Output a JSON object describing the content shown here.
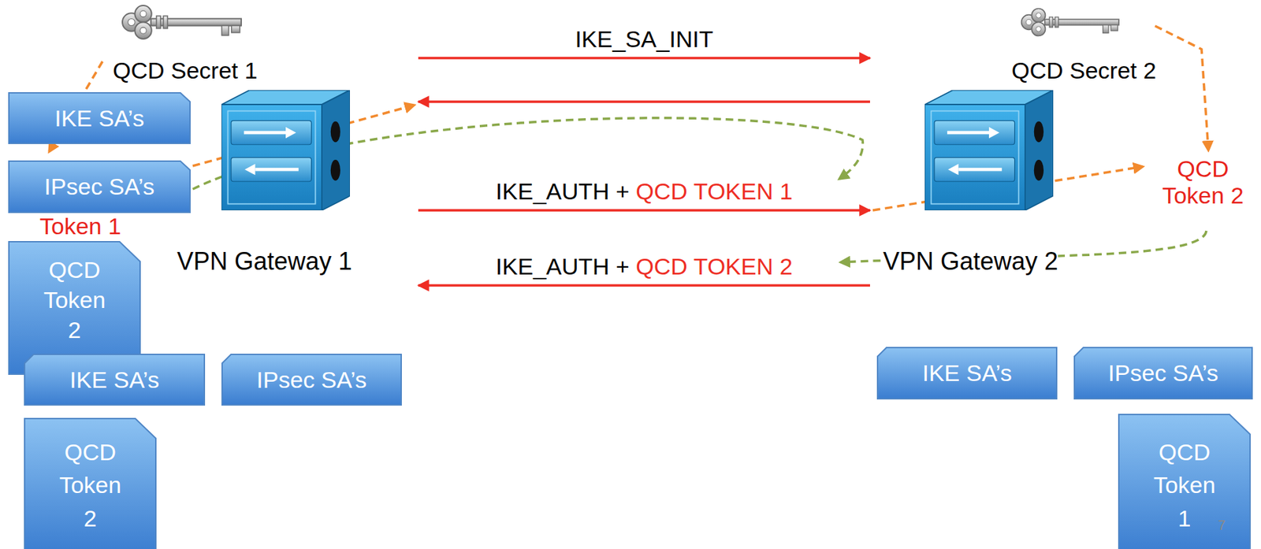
{
  "diagram": {
    "nodes": [
      {
        "text": [
          "VPN Gateway 1"
        ]
      },
      {
        "text": [
          "VPN Gateway 2"
        ]
      },
      {
        "text": [
          "IKE SA’s"
        ]
      },
      {
        "text": [
          "IPsec SA’s"
        ]
      },
      {
        "text": [
          "QCD Token 2"
        ]
      },
      {
        "text": [
          "IKE SA’s"
        ]
      },
      {
        "text": [
          "IPsec SA’s"
        ]
      },
      {
        "text": [
          "QCD Token 2"
        ]
      },
      {
        "text": [
          "IKE SA’s"
        ]
      },
      {
        "text": [
          "IPsec SA’s"
        ]
      },
      {
        "text": [
          "QCD Token 1"
        ]
      }
    ],
    "edges": [
      {
        "from": 0,
        "to": 1,
        "arrow": "to",
        "label": "IKE_SA_INIT"
      },
      {
        "from": 1,
        "to": 0,
        "arrow": "to"
      },
      {
        "from": 0,
        "to": 1,
        "arrow": "to",
        "label": "IKE_AUTH + QCD TOKEN 1"
      },
      {
        "from": 1,
        "to": 0,
        "arrow": "to",
        "label": "IKE_AUTH + QCD TOKEN 2"
      }
    ],
    "labels": [
      "QCD Secret 1",
      "QCD Secret 2",
      "Token 1",
      "QCD Token 2",
      "7"
    ]
  }
}
